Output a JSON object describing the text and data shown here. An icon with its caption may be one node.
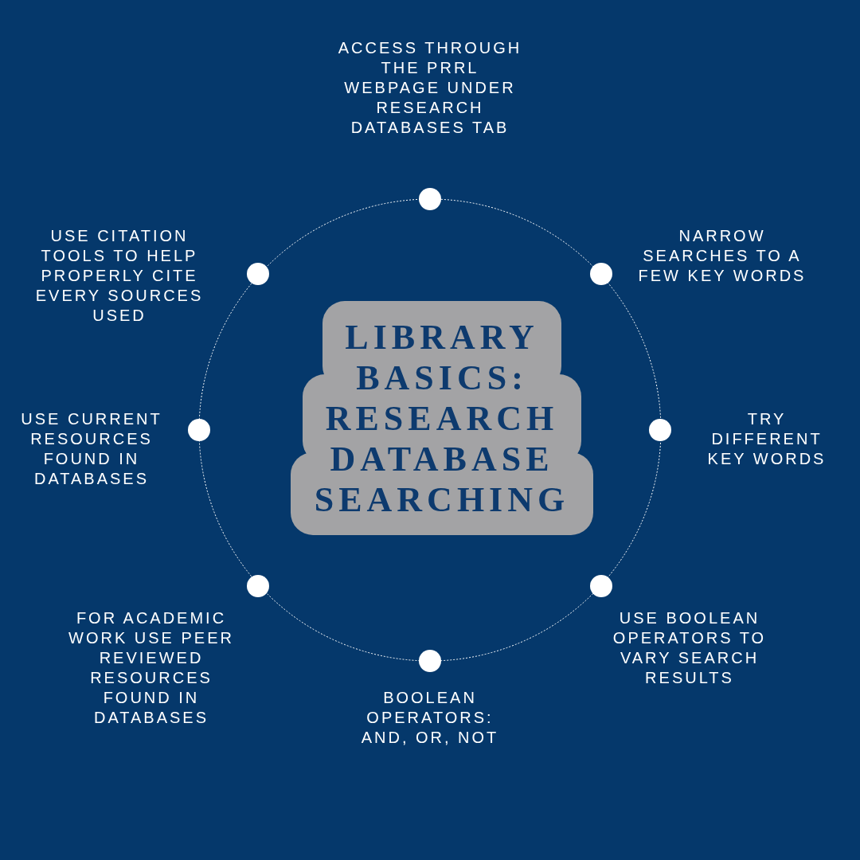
{
  "diagram": {
    "nodes": [
      {
        "text": [
          "LIBRARY BASICS: RESEARCH DATABASE SEARCHING"
        ]
      },
      {
        "text": [],
        "shape": "circle",
        "beside": [
          "ACCESS THROUGH THE PRRL WEBPAGE UNDER RESEARCH DATABASES TAB"
        ]
      },
      {
        "text": [],
        "shape": "circle",
        "beside": [
          "NARROW SEARCHES TO A FEW KEY WORDS"
        ]
      },
      {
        "text": [],
        "shape": "circle",
        "beside": [
          "TRY DIFFERENT KEY WORDS"
        ]
      },
      {
        "text": [],
        "shape": "circle",
        "beside": [
          "USE BOOLEAN OPERATORS TO VARY SEARCH RESULTS"
        ]
      },
      {
        "text": [],
        "shape": "circle",
        "beside": [
          "BOOLEAN OPERATORS: AND, OR, NOT"
        ]
      },
      {
        "text": [],
        "shape": "circle",
        "beside": [
          "FOR ACADEMIC WORK USE PEER REVIEWED RESOURCES FOUND IN DATABASES"
        ]
      },
      {
        "text": [],
        "shape": "circle",
        "beside": [
          "USE CURRENT RESOURCES FOUND IN DATABASES"
        ]
      },
      {
        "text": [],
        "shape": "circle",
        "beside": [
          "USE CITATION TOOLS TO HELP PROPERLY CITE EVERY SOURCES USED"
        ]
      }
    ],
    "edges": []
  }
}
